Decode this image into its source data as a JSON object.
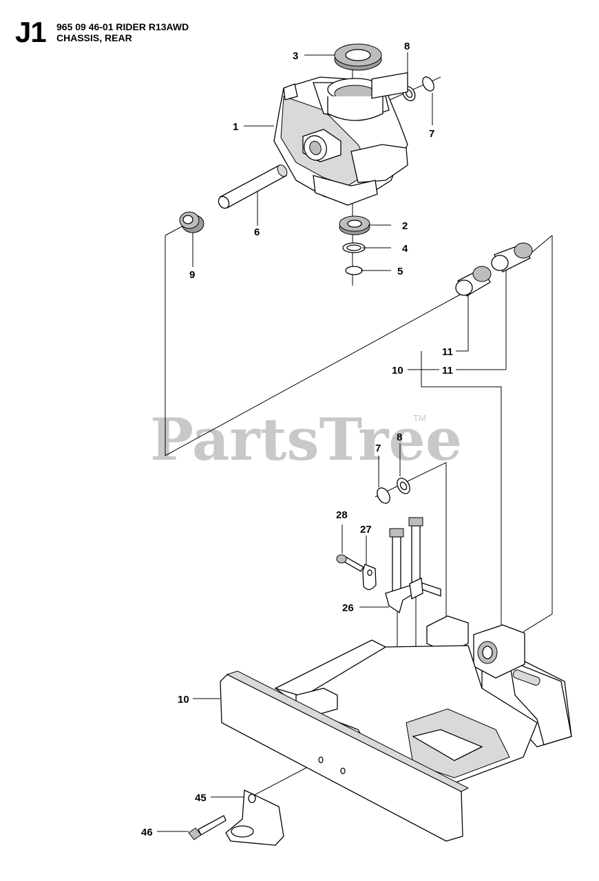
{
  "header": {
    "code": "J1",
    "model": "965 09 46-01 RIDER R13AWD",
    "section": "CHASSIS, REAR"
  },
  "watermark": {
    "text": "PartsTree",
    "tm": "TM",
    "color": "#c8c8c8"
  },
  "callouts": {
    "p1": "1",
    "p2": "2",
    "p3": "3",
    "p4": "4",
    "p5": "5",
    "p6": "6",
    "p7a": "7",
    "p8a": "8",
    "p9": "9",
    "p10a": "10",
    "p11a": "11",
    "p11b": "11",
    "p7b": "7",
    "p8b": "8",
    "p28": "28",
    "p27": "27",
    "p26": "26",
    "p10b": "10",
    "p45": "45",
    "p46": "46"
  }
}
